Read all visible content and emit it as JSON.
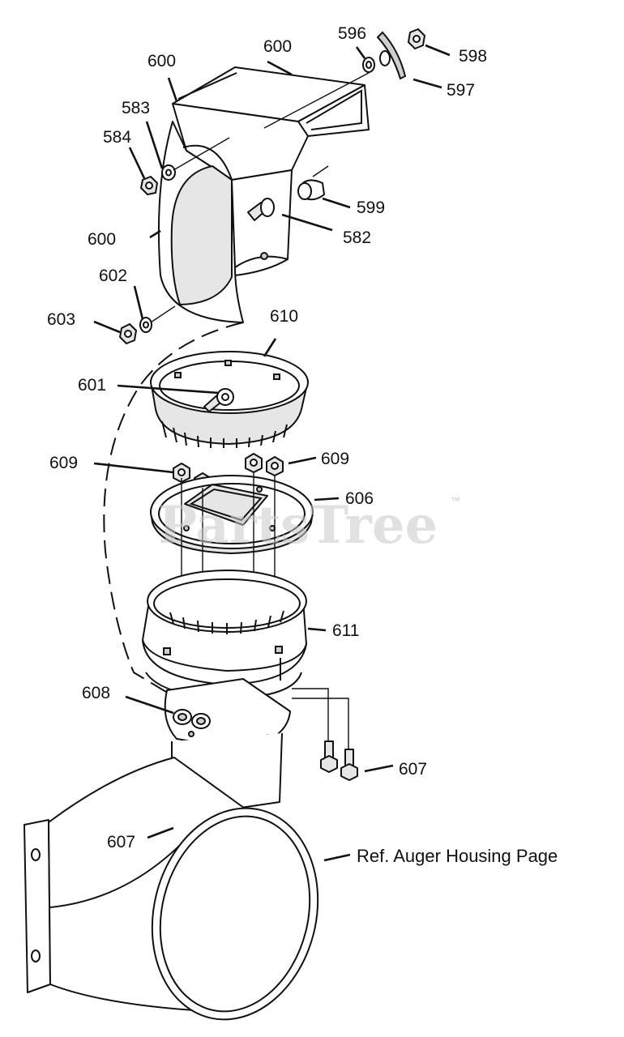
{
  "watermark": {
    "text": "PartsTree",
    "tm": "™"
  },
  "callouts": {
    "c600a": "600",
    "c600b": "600",
    "c600c": "600",
    "c596": "596",
    "c598": "598",
    "c597": "597",
    "c583": "583",
    "c584": "584",
    "c599": "599",
    "c582": "582",
    "c602": "602",
    "c603": "603",
    "c610": "610",
    "c601": "601",
    "c609a": "609",
    "c609b": "609",
    "c606": "606",
    "c611": "611",
    "c608": "608",
    "c607a": "607",
    "c607b": "607"
  },
  "reference_note": "Ref. Auger Housing Page"
}
